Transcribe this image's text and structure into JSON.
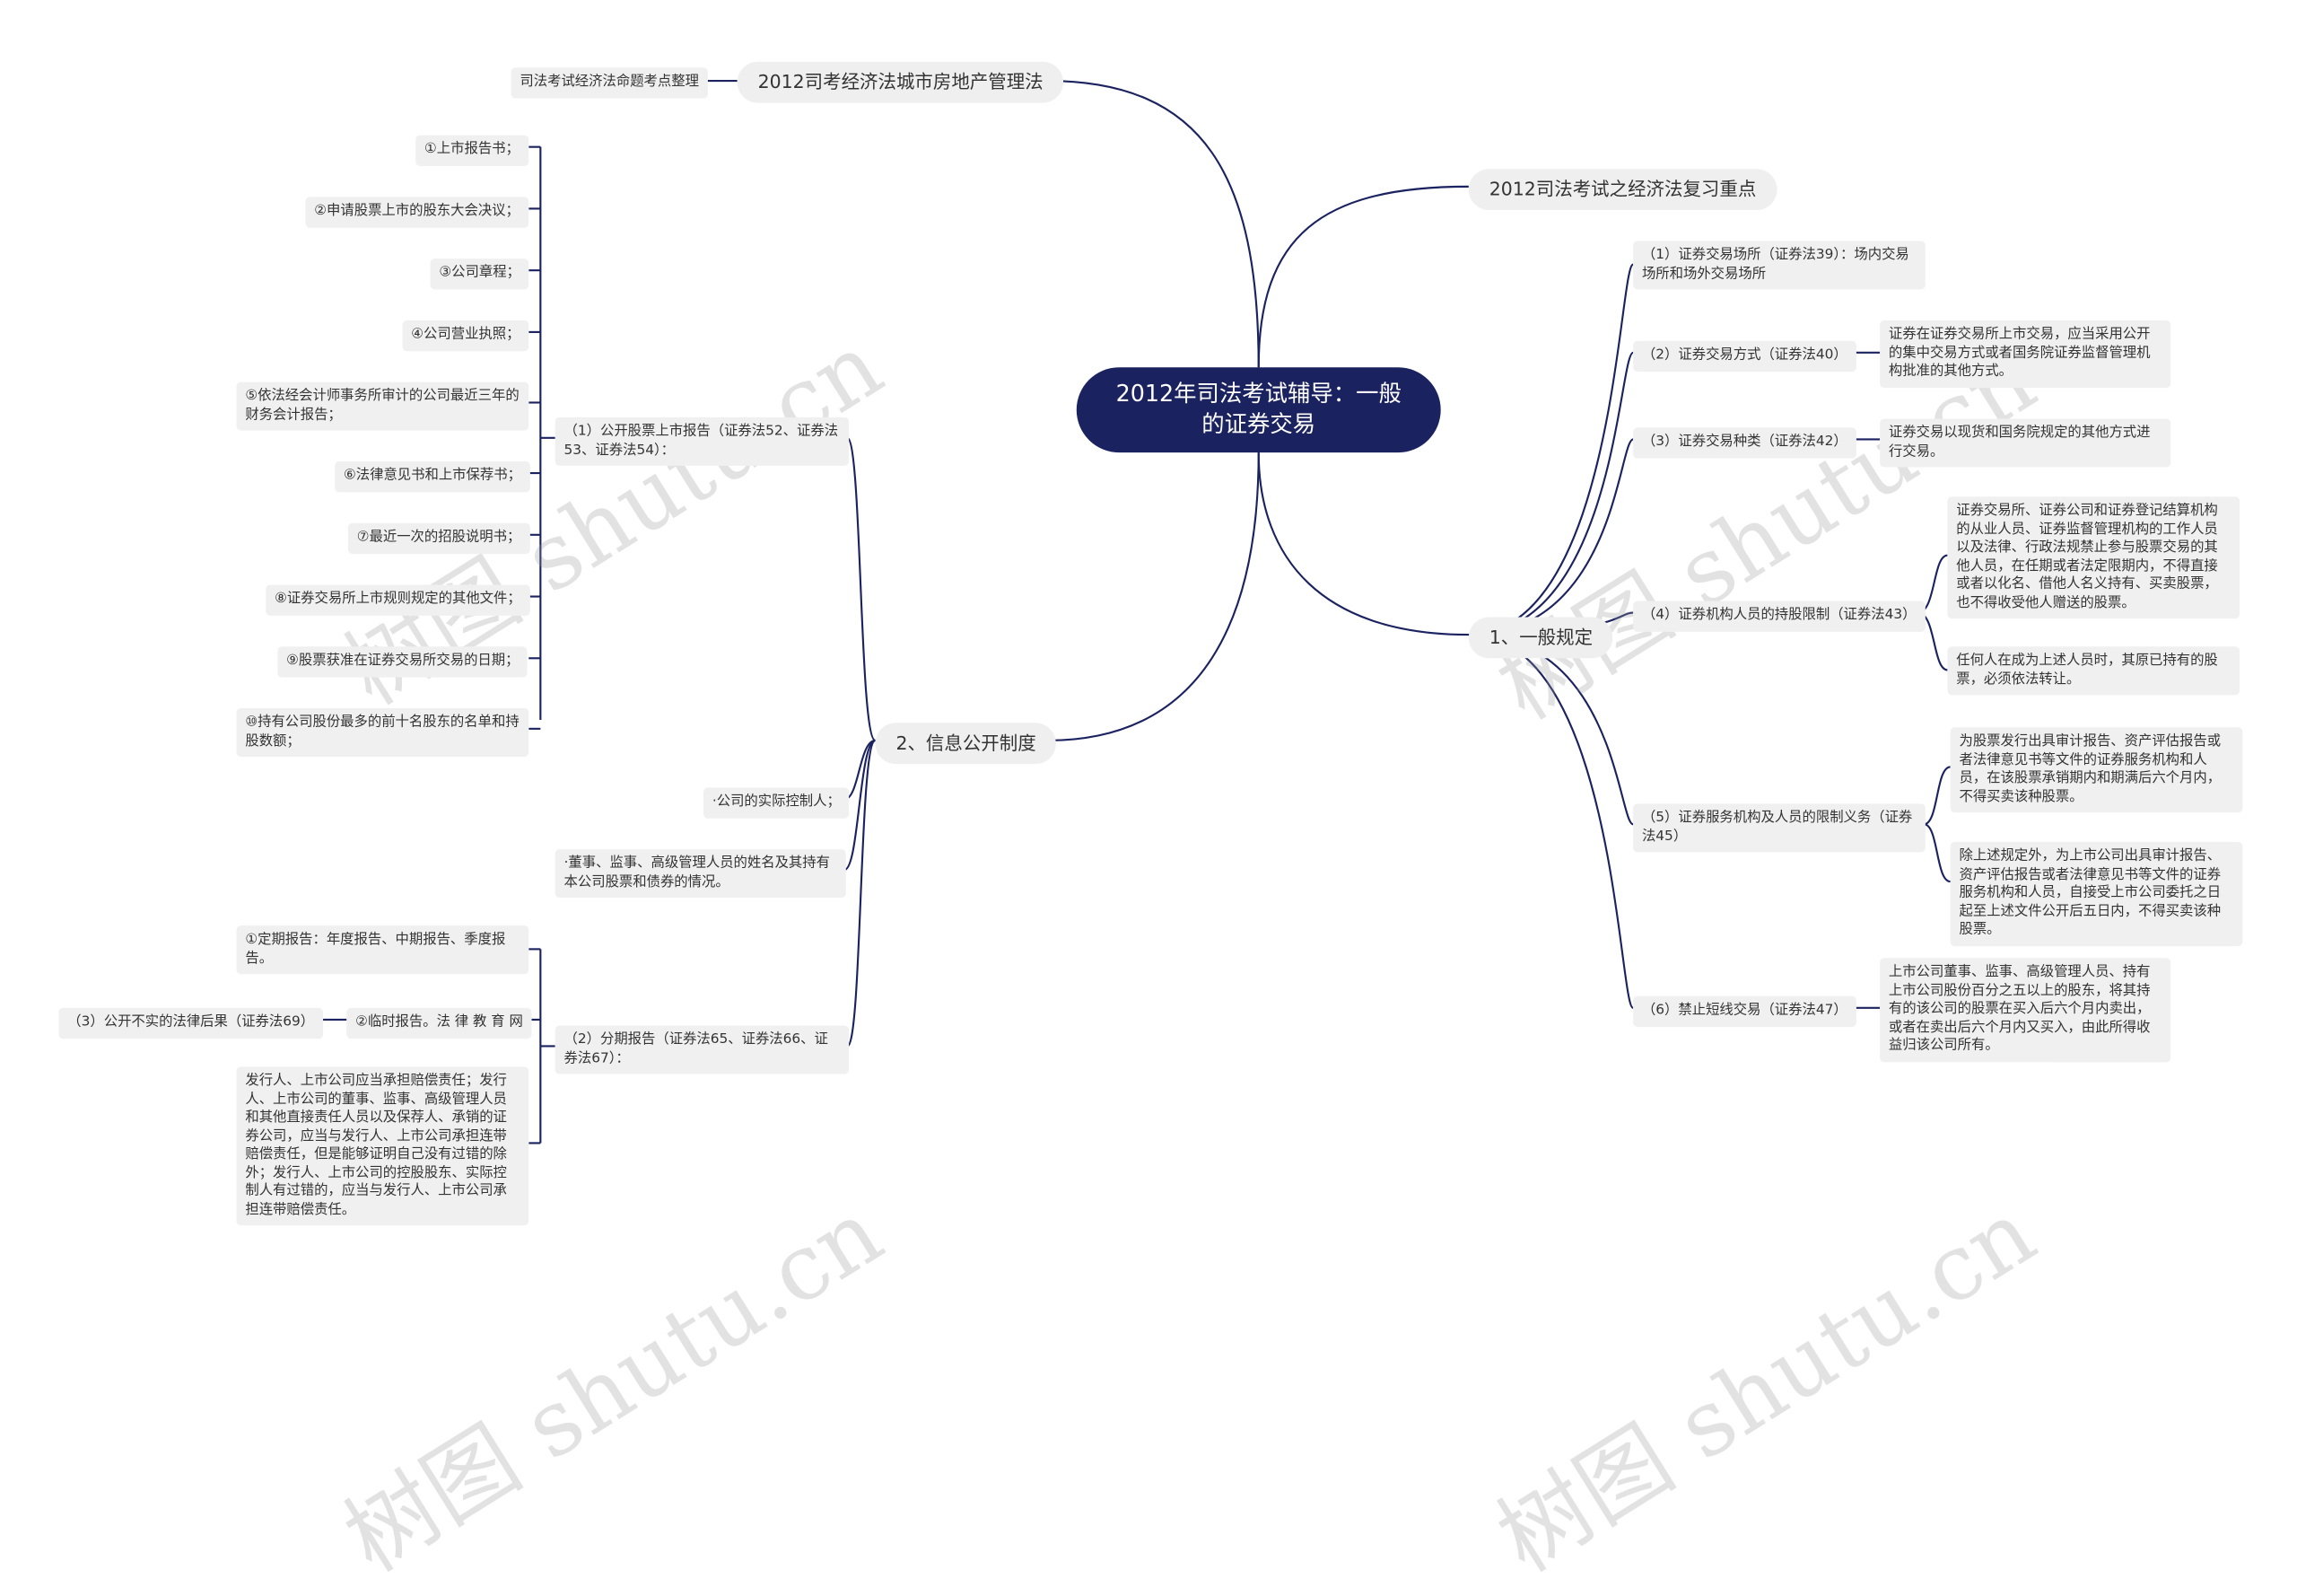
{
  "root": {
    "title": "2012年司法考试辅导：一般的证券交易"
  },
  "colors": {
    "root_bg": "#1b2260",
    "line": "#1b2260",
    "node_bg": "#f0f0f0"
  },
  "watermark": "树图 shutu.cn",
  "left": {
    "top_topic": "2012司考经济法城市房地产管理法",
    "top_topic_child": "司法考试经济法命题考点整理",
    "info": {
      "label": "2、信息公开制度",
      "listing": {
        "label": "（1）公开股票上市报告（证券法52、证券法53、证券法54）：",
        "items": [
          "①上市报告书；",
          "②申请股票上市的股东大会决议；",
          "③公司章程；",
          "④公司营业执照；",
          "⑤依法经会计师事务所审计的公司最近三年的财务会计报告；",
          "⑥法律意见书和上市保荐书；",
          "⑦最近一次的招股说明书；",
          "⑧证券交易所上市规则规定的其他文件；",
          "⑨股票获准在证券交易所交易的日期；",
          "⑩持有公司股份最多的前十名股东的名单和持股数额；"
        ]
      },
      "controller": "·公司的实际控制人；",
      "directors": "·董事、监事、高级管理人员的姓名及其持有本公司股票和债券的情况。",
      "periodic": {
        "label": "（2）分期报告（证券法65、证券法66、证券法67）：",
        "regular": "①定期报告：年度报告、中期报告、季度报告。",
        "interim": "②临时报告。法 律 教 育 网",
        "interim_child": "（3）公开不实的法律后果（证券法69）",
        "liability": "发行人、上市公司应当承担赔偿责任；发行人、上市公司的董事、监事、高级管理人员和其他直接责任人员以及保荐人、承销的证券公司，应当与发行人、上市公司承担连带赔偿责任，但是能够证明自己没有过错的除外；发行人、上市公司的控股股东、实际控制人有过错的，应当与发行人、上市公司承担连带赔偿责任。"
      }
    }
  },
  "right": {
    "review": "2012司法考试之经济法复习重点",
    "general": {
      "label": "1、一般规定",
      "items": [
        {
          "label": "（1）证券交易场所（证券法39）：场内交易场所和场外交易场所",
          "details": []
        },
        {
          "label": "（2）证券交易方式（证券法40）",
          "details": [
            "证券在证券交易所上市交易，应当采用公开的集中交易方式或者国务院证券监督管理机构批准的其他方式。"
          ]
        },
        {
          "label": "（3）证券交易种类（证券法42）",
          "details": [
            "证券交易以现货和国务院规定的其他方式进行交易。"
          ]
        },
        {
          "label": "（4）证券机构人员的持股限制（证券法43）",
          "details": [
            "证券交易所、证券公司和证券登记结算机构的从业人员、证券监督管理机构的工作人员以及法律、行政法规禁止参与股票交易的其他人员，在任期或者法定限期内，不得直接或者以化名、借他人名义持有、买卖股票，也不得收受他人赠送的股票。",
            "任何人在成为上述人员时，其原已持有的股票，必须依法转让。"
          ]
        },
        {
          "label": "（5）证券服务机构及人员的限制义务（证券法45）",
          "details": [
            "为股票发行出具审计报告、资产评估报告或者法律意见书等文件的证券服务机构和人员，在该股票承销期内和期满后六个月内，不得买卖该种股票。",
            "除上述规定外，为上市公司出具审计报告、资产评估报告或者法律意见书等文件的证券服务机构和人员，自接受上市公司委托之日起至上述文件公开后五日内，不得买卖该种股票。"
          ]
        },
        {
          "label": "（6）禁止短线交易（证券法47）",
          "details": [
            "上市公司董事、监事、高级管理人员、持有上市公司股份百分之五以上的股东，将其持有的该公司的股票在买入后六个月内卖出，或者在卖出后六个月内又买入，由此所得收益归该公司所有。"
          ]
        }
      ]
    }
  }
}
